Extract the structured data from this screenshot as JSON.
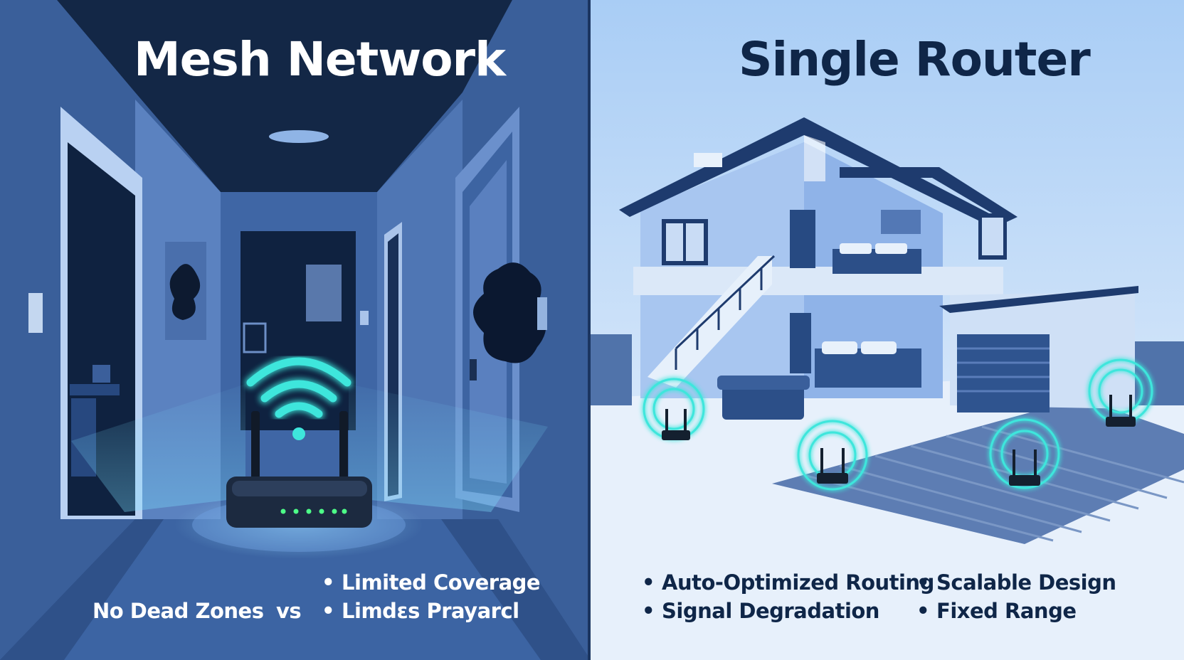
{
  "left_panel": {
    "title": "Mesh Network",
    "label_no_dead_zones": "No Dead Zones",
    "label_vs": "vs",
    "bullets": [
      "Limited Coverage",
      "Limdɛs Prayarcl"
    ]
  },
  "right_panel": {
    "title": "Single Router",
    "bullets": [
      "Auto-Optimized Routing",
      "Scalable Design",
      "Signal Degradation",
      "Fixed Range"
    ]
  },
  "colors": {
    "left_bg": "#2b4a80",
    "right_bg": "#dbe9fb",
    "wifi_glow": "#3ee6dc",
    "router_led": "#4dff88",
    "title_dark": "#0f2648"
  },
  "icons": [
    "wifi-icon",
    "router-icon",
    "house-illustration",
    "hallway-illustration"
  ]
}
